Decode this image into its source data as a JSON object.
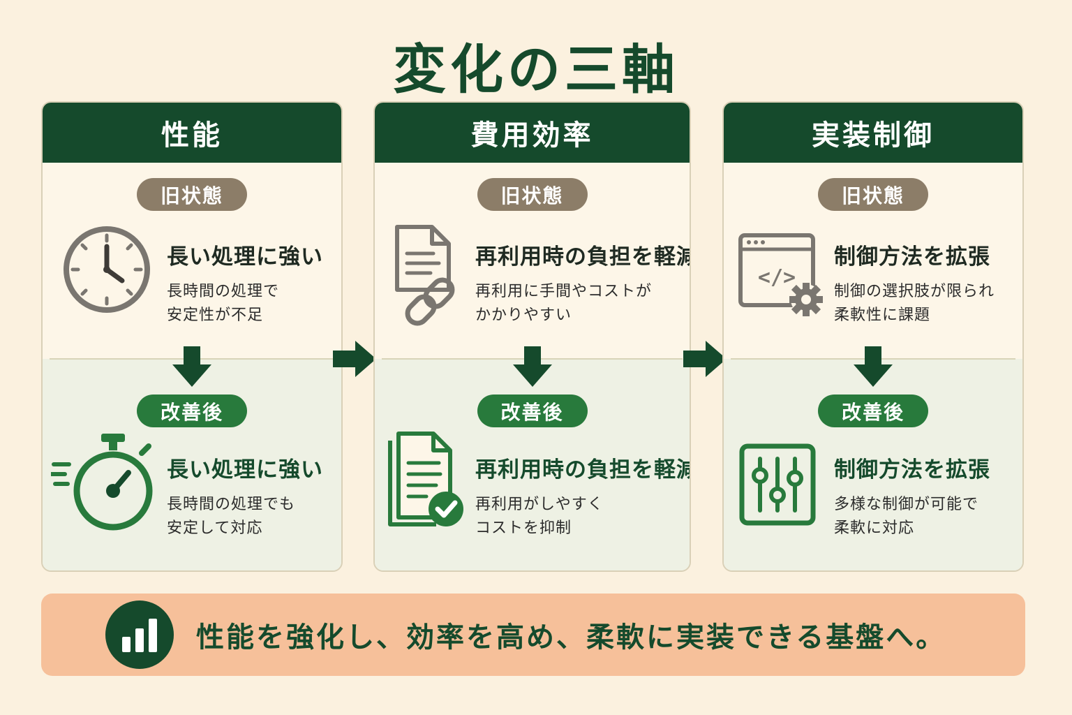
{
  "title": "変化の三軸",
  "labels": {
    "before": "旧状態",
    "after": "改善後"
  },
  "columns": [
    {
      "header": "性能",
      "before": {
        "icon": "clock-icon",
        "heading": "長い処理に強い",
        "lines": [
          "長時間の処理で",
          "安定性が不足"
        ]
      },
      "after": {
        "icon": "stopwatch-icon",
        "heading": "長い処理に強い",
        "lines": [
          "長時間の処理でも",
          "安定して対応"
        ]
      }
    },
    {
      "header": "費用効率",
      "before": {
        "icon": "document-link-icon",
        "heading": "再利用時の負担を軽減",
        "lines": [
          "再利用に手間やコストが",
          "かかりやすい"
        ]
      },
      "after": {
        "icon": "document-check-icon",
        "heading": "再利用時の負担を軽減",
        "lines": [
          "再利用がしやすく",
          "コストを抑制"
        ]
      }
    },
    {
      "header": "実装制御",
      "before": {
        "icon": "code-window-gear-icon",
        "heading": "制御方法を拡張",
        "lines": [
          "制御の選択肢が限られ",
          "柔軟性に課題"
        ]
      },
      "after": {
        "icon": "sliders-icon",
        "heading": "制御方法を拡張",
        "lines": [
          "多様な制御が可能で",
          "柔軟に対応"
        ]
      }
    }
  ],
  "banner": {
    "icon": "bar-chart-icon",
    "text": "性能を強化し、効率を高め、柔軟に実装できる基盤へ。"
  },
  "colors": {
    "dark_green": "#154a2c",
    "green": "#287a3c",
    "gray_brown": "#8c7d68",
    "banner_bg": "#f6c09a",
    "page_bg": "#fbf1df"
  }
}
